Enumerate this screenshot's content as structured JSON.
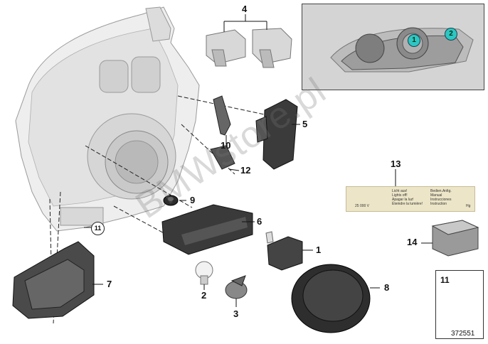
{
  "diagram": {
    "part_callouts": [
      {
        "id": "callout-1",
        "text": "1"
      },
      {
        "id": "callout-2",
        "text": "2"
      },
      {
        "id": "callout-3",
        "text": "3"
      },
      {
        "id": "callout-4",
        "text": "4"
      },
      {
        "id": "callout-5",
        "text": "5"
      },
      {
        "id": "callout-6",
        "text": "6"
      },
      {
        "id": "callout-7",
        "text": "7"
      },
      {
        "id": "callout-8",
        "text": "8"
      },
      {
        "id": "callout-9",
        "text": "9"
      },
      {
        "id": "callout-10",
        "text": "10"
      },
      {
        "id": "callout-12",
        "text": "12"
      },
      {
        "id": "callout-13",
        "text": "13"
      },
      {
        "id": "callout-14",
        "text": "14"
      }
    ],
    "circled_callouts": {
      "main": "11",
      "legend": "11"
    },
    "inset_markers": {
      "marker_1": "1",
      "marker_2": "2"
    },
    "watermark_text": "BMWstore.pl",
    "doc_number": "372551",
    "warning_label": {
      "col_a": [
        "Licht aus!",
        "Lights off!",
        "Apagar la luz!",
        "Éteindre la lumière!"
      ],
      "col_b": [
        "Bedien.Anltg.",
        "Manual",
        "Instrucciones",
        "Instruction"
      ],
      "voltage": "25 000 V",
      "recycle": "Hg"
    }
  },
  "colors": {
    "part_dark": "#3a3a3a",
    "housing_light": "#e6e6e6",
    "inset_bg": "#d8d8d8",
    "marker": "#2ec6c2",
    "sticker": "#ece5c7"
  }
}
